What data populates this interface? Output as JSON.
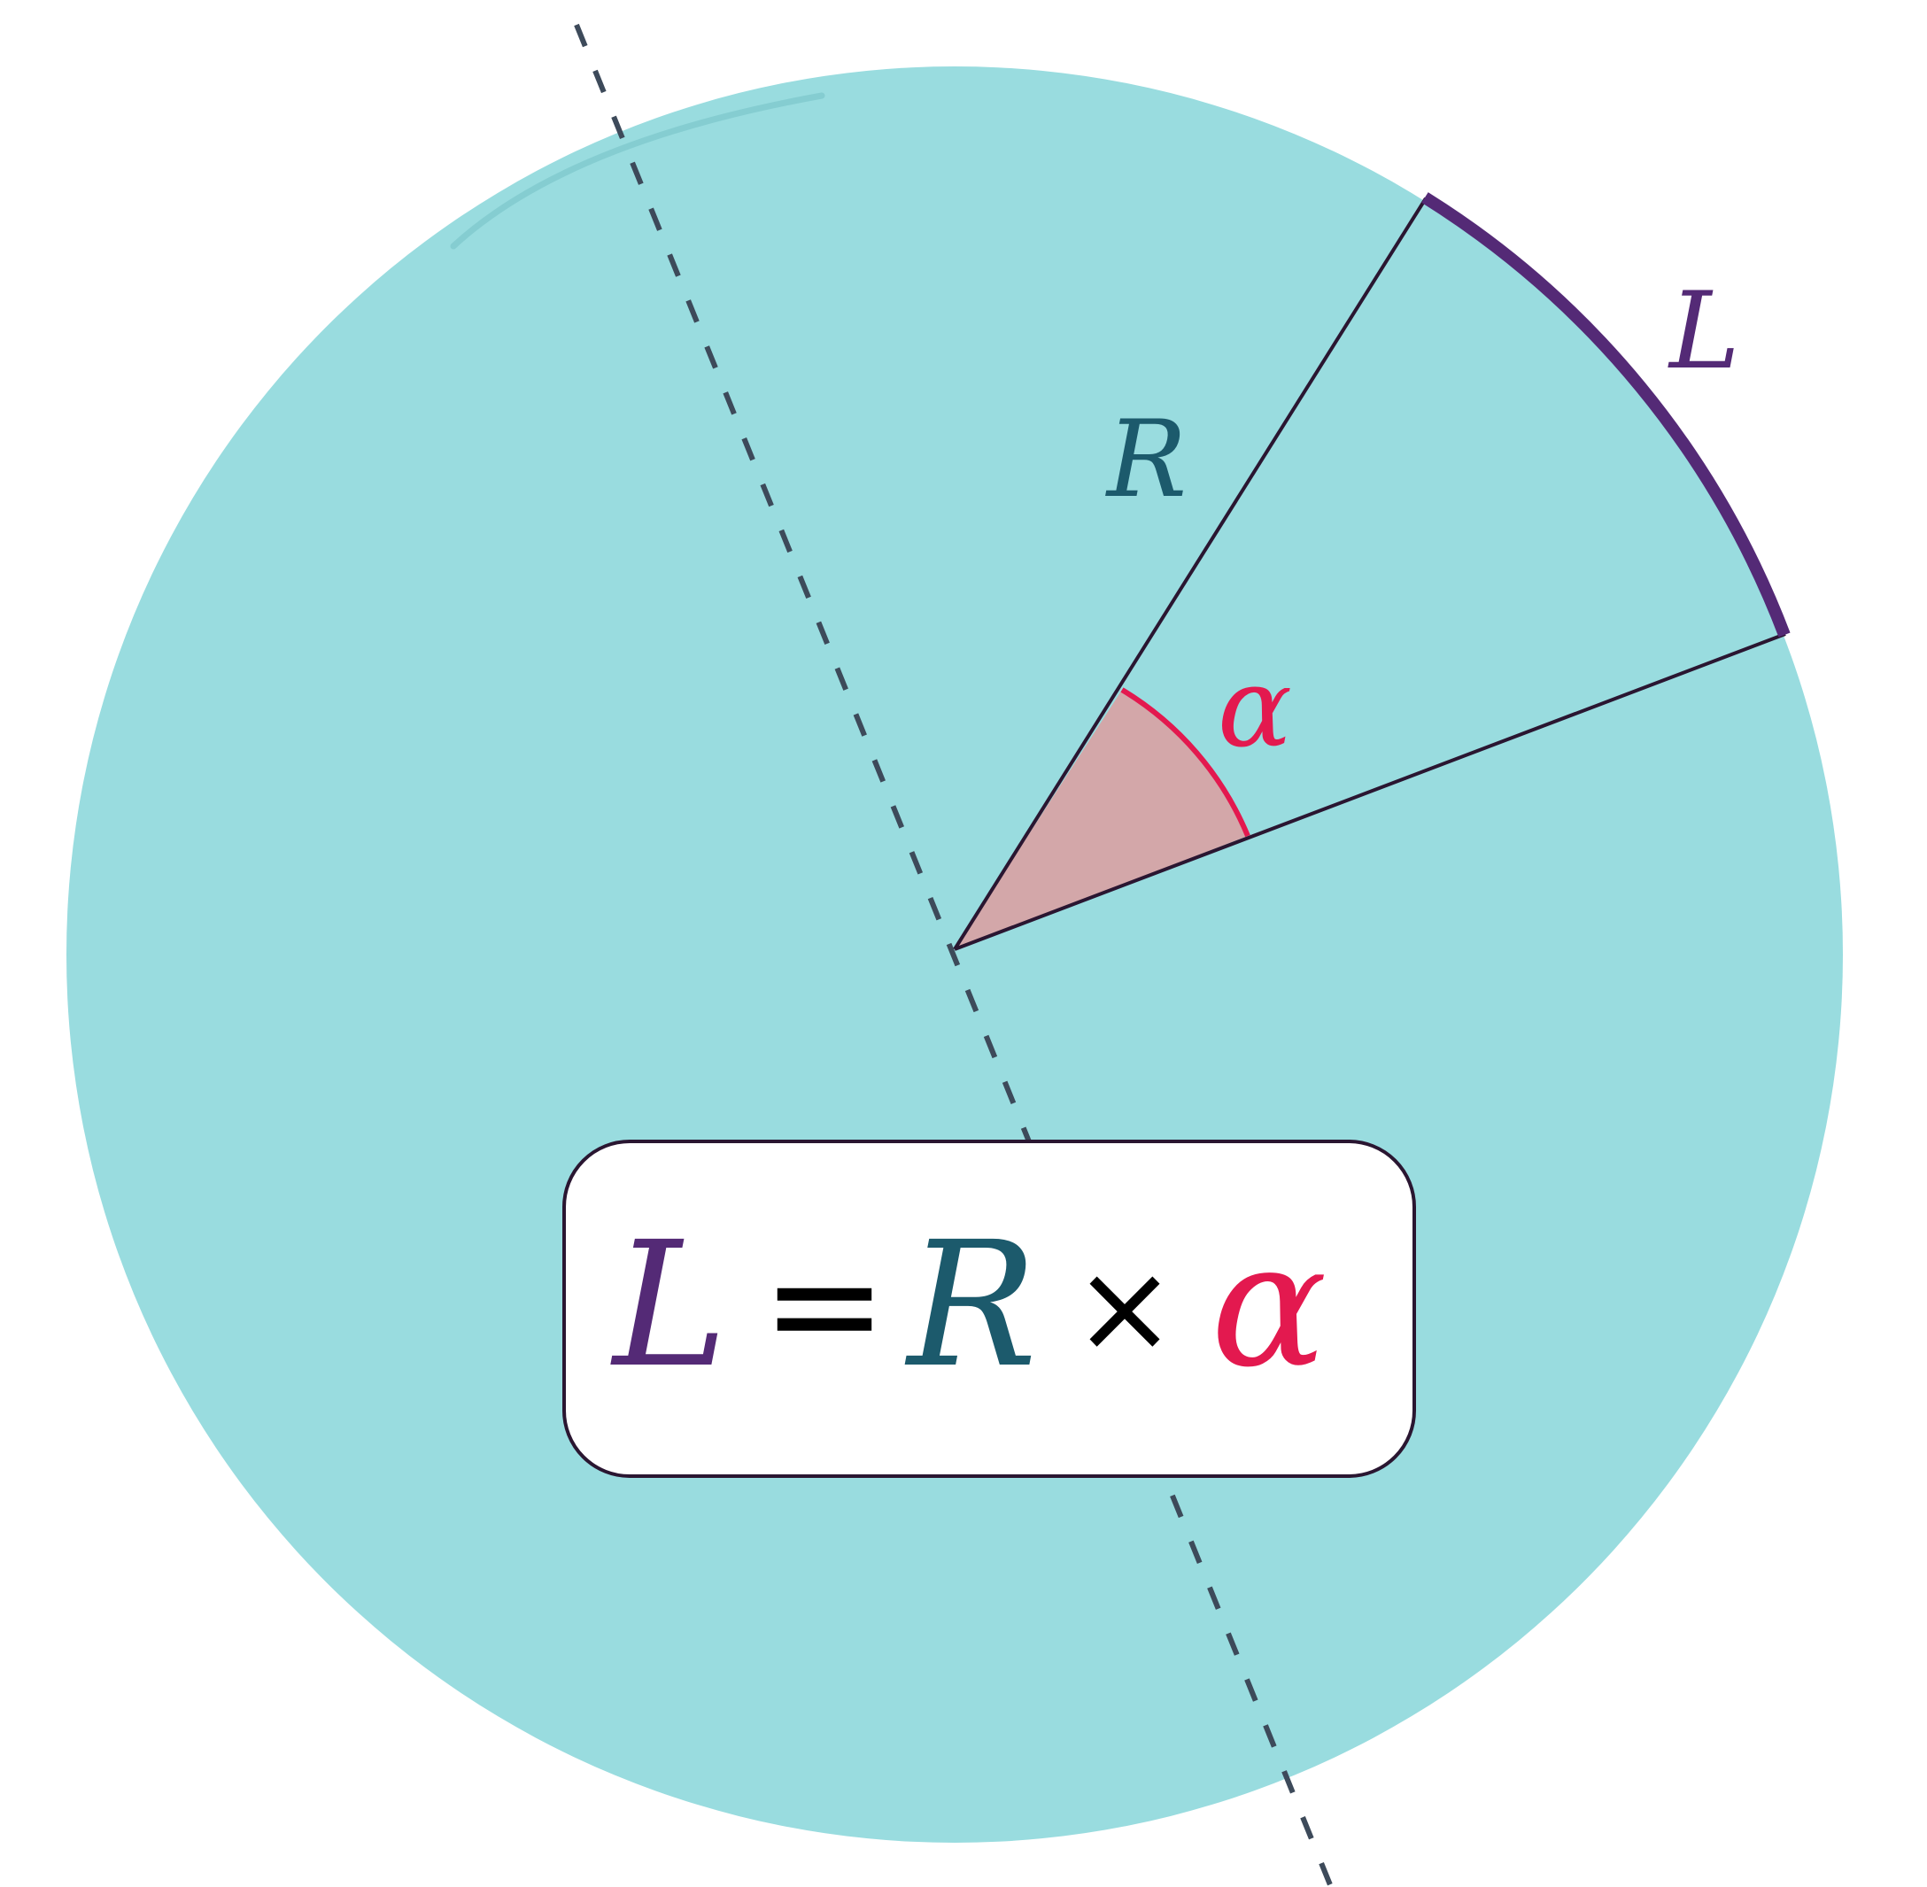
{
  "labels": {
    "radius": "R",
    "arc": "L",
    "angle": "α"
  },
  "formula": {
    "lhs": "L",
    "equals": "=",
    "radius": "R",
    "times": "×",
    "angle": "α"
  },
  "colors": {
    "background": "#ffffff",
    "circle_fill": "#99dcdf",
    "arc": "#542a76",
    "radius_text": "#1c5a6c",
    "angle": "#e3194f",
    "angle_fill": "#d3a7a9",
    "line": "#2a1631",
    "dashed_axis": "#3d4a5a",
    "formula_box_fill": "#ffffff",
    "formula_text": "#000000",
    "highlight": "#7fc9cd"
  }
}
